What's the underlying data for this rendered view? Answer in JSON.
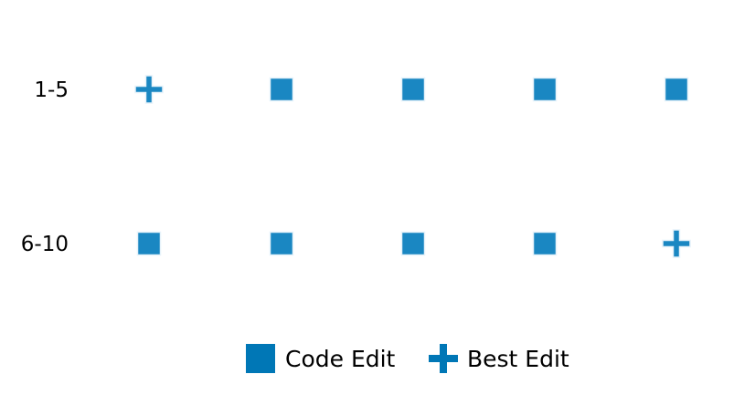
{
  "chart_data": {
    "type": "scatter",
    "rows": [
      {
        "label": "1-5",
        "markers": [
          "best",
          "code",
          "code",
          "code",
          "code"
        ]
      },
      {
        "label": "6-10",
        "markers": [
          "code",
          "code",
          "code",
          "code",
          "best"
        ]
      }
    ],
    "legend": {
      "placement": "bottom-center",
      "entries": [
        {
          "key": "code",
          "label": "Code Edit",
          "shape": "square"
        },
        {
          "key": "best",
          "label": "Best Edit",
          "shape": "plus"
        }
      ]
    },
    "colors": {
      "marker": "#1a87c2",
      "legend_marker": "#0077b6",
      "marker_edge": "#e6f2fa"
    }
  }
}
